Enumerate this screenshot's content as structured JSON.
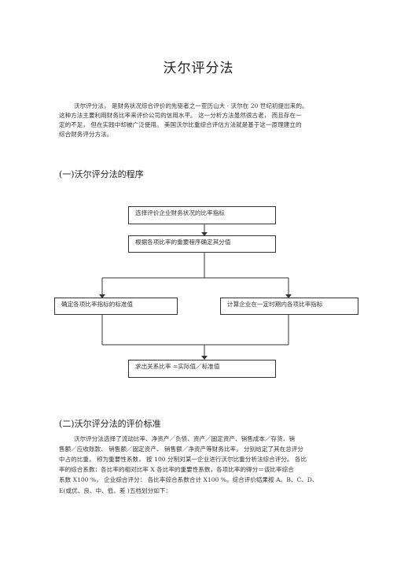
{
  "title": "沃尔评分法",
  "intro": {
    "lines": [
      "沃尔评分法， 是财务状况综合评价的先驱者之一亚历山大 · 沃尔在 20 世纪初提出来的。",
      "这种方法主要利用财务比率来评价公司的信用水平。    这一分析方法虽然很古老，    而且存在一",
      "定的不足，  但在实践中却被广泛使用。   美国沃尔比重综合评估方法就是基于这一原理建立的",
      "综合财务评分方法。"
    ]
  },
  "section1": {
    "heading": "(一)沃尔评分法的程序",
    "flow": {
      "step1": "选择评价企业财务状况的比率指标",
      "step2": "根据各项比率的重要程序确定其分值",
      "step3_left": "确定各项比率指标的标准值",
      "step3_right": "计算企业在一定时期内各项比率指标",
      "step4": "求出关系比率  =实际值／标准值"
    }
  },
  "section2": {
    "heading": "(二)沃尔评分法的评价标准",
    "lines": [
      "沃尔评分法选择了流动比率、净资产／负债、资产／固定资产、销售成本／存货、销",
      "售额／应收账款、  销售额／固定资产、  销售额／净资产等财务比率，  分别给定了其在总评分",
      "中占的比重，  称为重要性系数，  按 100 分制对某一企业进行沃尔比重分析法综合评分。    各比",
      "率的综合系数：各比率的相对比率    X  各比率的重要性系数，各项比率的得分＝该比率综合",
      "系数  X100 %， 企业综合评分：  各比率综合系数合计    X100 %。综合评价结果按   A、B、C、D、",
      "E(或优、良、中、低、差  )五档划分如下："
    ]
  }
}
